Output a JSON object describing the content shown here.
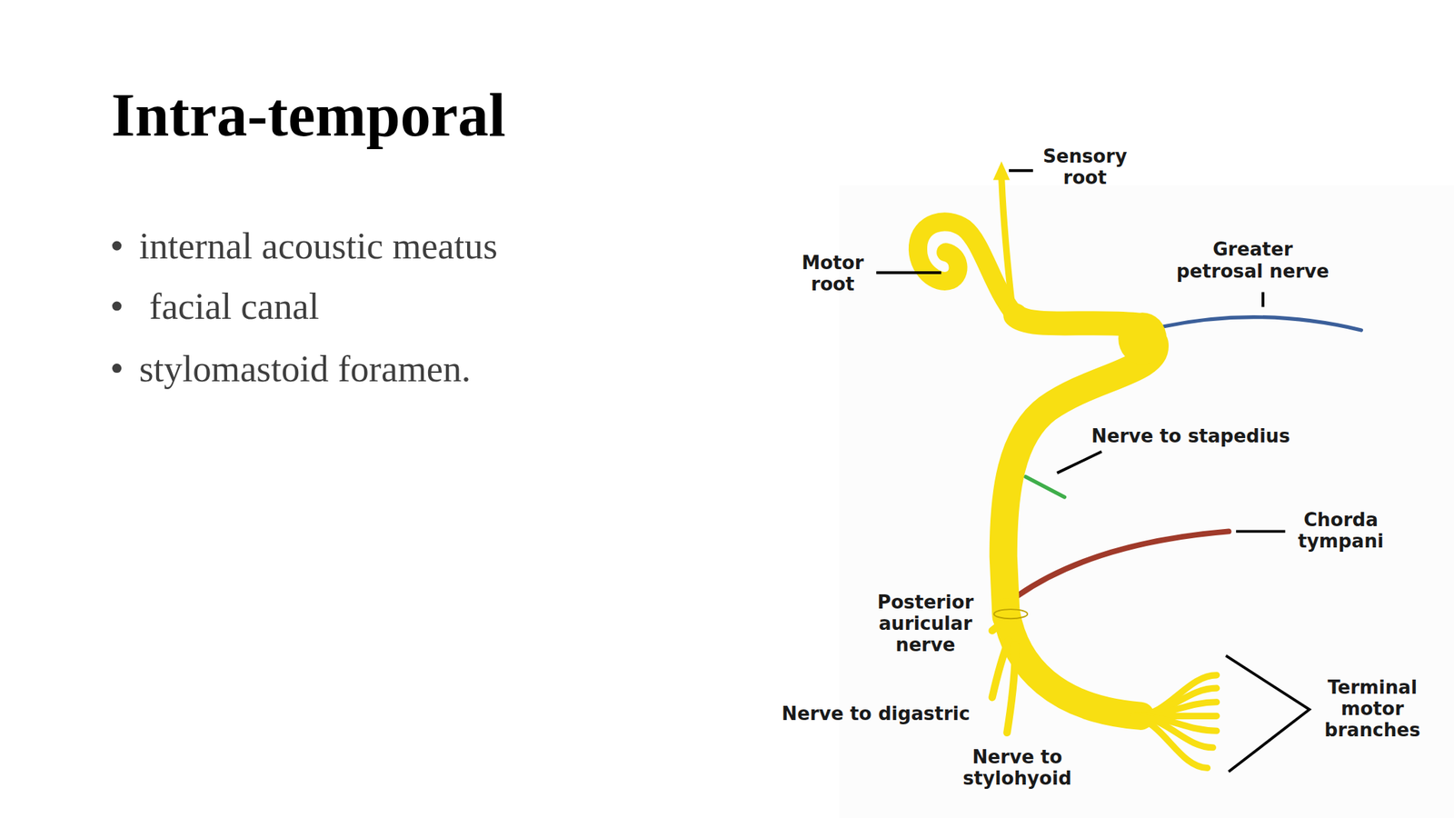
{
  "diagram": {
    "title": "Intra-temporal",
    "labels": [
      "internal acoustic meatus",
      "facial canal",
      "stylomastoid foramen.",
      "Sensory root",
      "Motor root",
      "Greater petrosal nerve",
      "Nerve to stapedius",
      "Chorda tympani",
      "Posterior auricular nerve",
      "Nerve to digastric",
      "Nerve to stylohyoid",
      "Terminal motor branches"
    ]
  }
}
